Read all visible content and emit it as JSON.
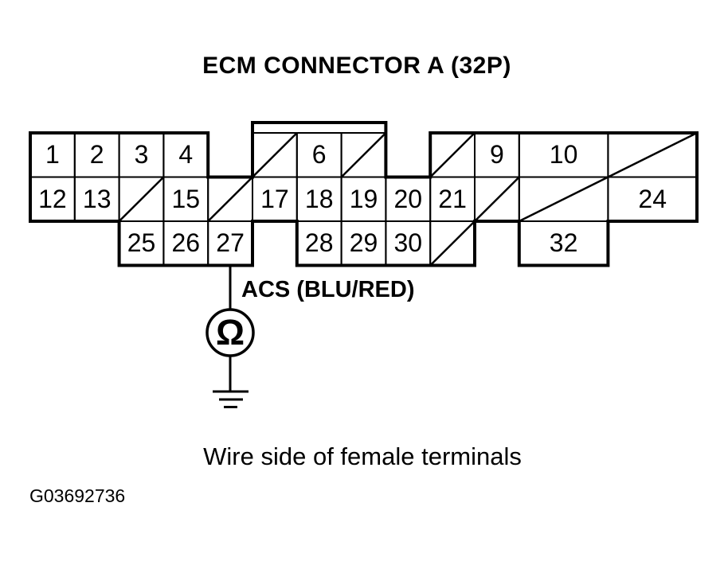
{
  "title": "ECM CONNECTOR A (32P)",
  "caption": "Wire side of female terminals",
  "figure_id": "G03692736",
  "wire": {
    "label": "ACS (BLU/RED)",
    "from_pin": "27",
    "meter_symbol": "Ω",
    "meter_icon": "ohmmeter-icon",
    "ground_icon": "ground-icon"
  },
  "colors": {
    "ink": "#000000",
    "background": "#ffffff"
  },
  "connector": {
    "name": "ECM Connector A (32P)",
    "rows": [
      {
        "cells": [
          {
            "n": "1",
            "u": 0,
            "w": 1
          },
          {
            "n": "2",
            "u": 1,
            "w": 1
          },
          {
            "n": "3",
            "u": 2,
            "w": 1
          },
          {
            "n": "4",
            "u": 3,
            "w": 1
          },
          {
            "slash": true,
            "u": 5,
            "w": 1
          },
          {
            "n": "6",
            "u": 6,
            "w": 1
          },
          {
            "slash": true,
            "u": 7,
            "w": 1
          },
          {
            "slash": true,
            "u": 9,
            "w": 1
          },
          {
            "n": "9",
            "u": 10,
            "w": 1
          },
          {
            "n": "10",
            "u": 11,
            "w": 2
          },
          {
            "slash": true,
            "u": 13,
            "w": 2
          }
        ]
      },
      {
        "cells": [
          {
            "n": "12",
            "u": 0,
            "w": 1
          },
          {
            "n": "13",
            "u": 1,
            "w": 1
          },
          {
            "slash": true,
            "u": 2,
            "w": 1
          },
          {
            "n": "15",
            "u": 3,
            "w": 1
          },
          {
            "slash": true,
            "u": 4,
            "w": 1
          },
          {
            "n": "17",
            "u": 5,
            "w": 1
          },
          {
            "n": "18",
            "u": 6,
            "w": 1
          },
          {
            "n": "19",
            "u": 7,
            "w": 1
          },
          {
            "n": "20",
            "u": 8,
            "w": 1
          },
          {
            "n": "21",
            "u": 9,
            "w": 1
          },
          {
            "slash": true,
            "u": 10,
            "w": 1
          },
          {
            "slash": true,
            "u": 11,
            "w": 2
          },
          {
            "n": "24",
            "u": 13,
            "w": 2
          }
        ]
      },
      {
        "cells": [
          {
            "n": "25",
            "u": 2,
            "w": 1
          },
          {
            "n": "26",
            "u": 3,
            "w": 1
          },
          {
            "n": "27",
            "u": 4,
            "w": 1
          },
          {
            "n": "28",
            "u": 6,
            "w": 1
          },
          {
            "n": "29",
            "u": 7,
            "w": 1
          },
          {
            "n": "30",
            "u": 8,
            "w": 1
          },
          {
            "slash": true,
            "u": 9,
            "w": 1
          },
          {
            "n": "32",
            "u": 11,
            "w": 2
          }
        ]
      }
    ]
  }
}
